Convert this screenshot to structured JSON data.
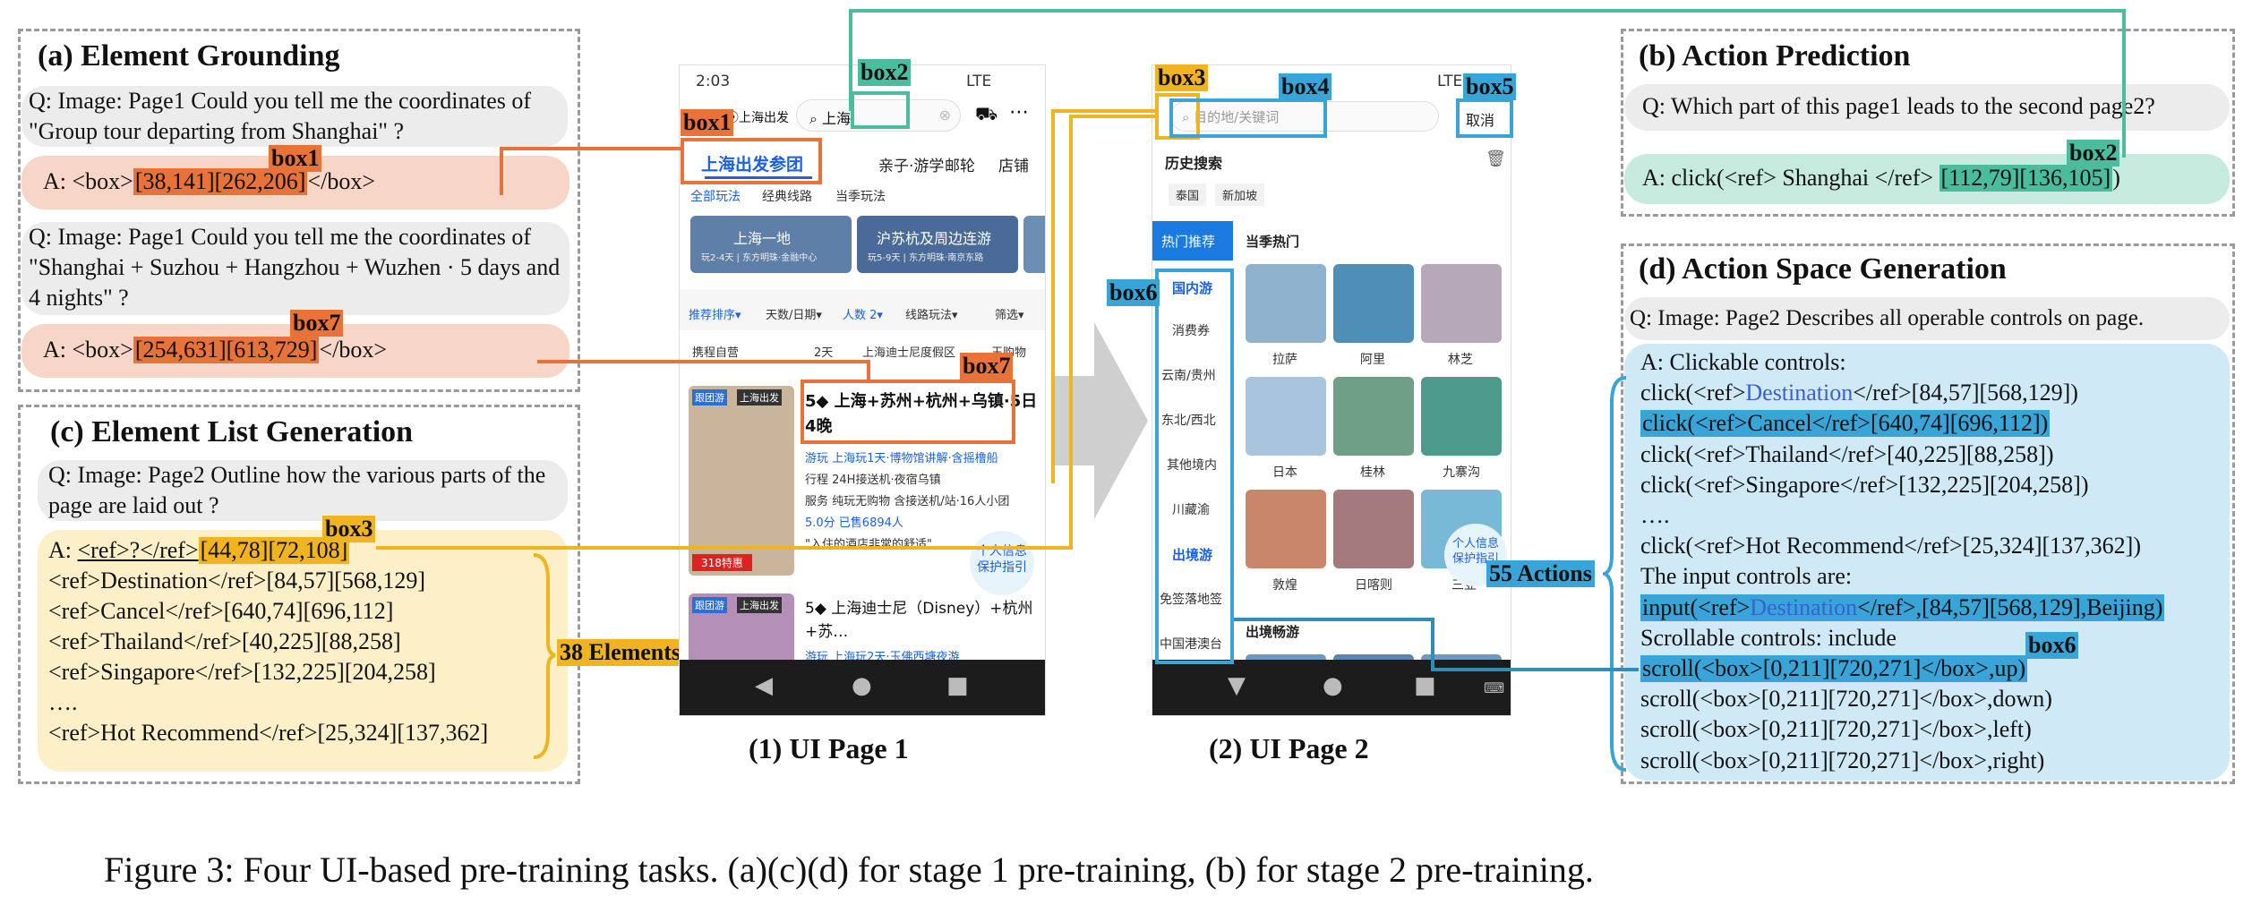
{
  "caption": "Figure 3: Four UI-based pre-training tasks. (a)(c)(d) for stage 1 pre-training, (b) for stage 2 pre-training.",
  "box_labels": {
    "box1": "box1",
    "box2": "box2",
    "box3": "box3",
    "box4": "box4",
    "box5": "box5",
    "box6": "box6",
    "box7": "box7"
  },
  "panel_a": {
    "title": "(a) Element Grounding",
    "q1": "Q: Image: Page1 Could you tell me the coordinates of \"Group tour departing from Shanghai\" ?",
    "a1_pre": "A: <box>",
    "a1_hl": "[38,141][262,206]",
    "a1_post": "</box>",
    "q2": "Q: Image: Page1 Could you tell me the coordinates of \"Shanghai + Suzhou + Hangzhou + Wuzhen · 5 days and 4 nights\" ?",
    "a2_pre": "A: <box>",
    "a2_hl": "[254,631][613,729]",
    "a2_post": "</box>"
  },
  "panel_c": {
    "title": "(c) Element List Generation",
    "q": "Q: Image: Page2 Outline how the various parts of the page are laid out ?",
    "a_pre": "A: ",
    "a_ref": "<ref>?</ref>",
    "a_hl": "[44,78][72,108]",
    "lines": [
      "<ref>Destination</ref>[84,57][568,129]",
      "<ref>Cancel</ref>[640,74][696,112]",
      "<ref>Thailand</ref>[40,225][88,258]",
      "<ref>Singapore</ref>[132,225][204,258]",
      "….",
      "<ref>Hot Recommend</ref>[25,324][137,362]"
    ],
    "count_label": "38 Elements"
  },
  "panel_b": {
    "title": "(b) Action Prediction",
    "q": "Q:  Which part of this page1 leads to the second page2?",
    "a_pre": "A: click(<ref> Shanghai </ref> ",
    "a_hl": "[112,79][136,105]",
    "a_post": ")"
  },
  "panel_d": {
    "title": "(d) Action Space Generation",
    "q": "Q: Image: Page2 Describes all operable controls on page.",
    "l1": "A: Clickable controls:",
    "l2_pre": "click(<ref>",
    "l2_link": "Destination",
    "l2_post": "</ref>[84,57][568,129])",
    "l3": "click(<ref>Cancel</ref>[640,74][696,112])",
    "l4": "click(<ref>Thailand</ref>[40,225][88,258])",
    "l5": "click(<ref>Singapore</ref>[132,225][204,258])",
    "l6": "….",
    "l7": "click(<ref>Hot Recommend</ref>[25,324][137,362])",
    "l8": "The input controls are:",
    "l9_pre": "input(<ref>",
    "l9_link": "Destination",
    "l9_post": "</ref>,[84,57][568,129],Beijing)",
    "l10": "Scrollable controls: include",
    "l11": "scroll(<box>[0,211][720,271]</box>,up)",
    "l12": "scroll(<box>[0,211][720,271]</box>,down)",
    "l13": "scroll(<box>[0,211][720,271]</box>,left)",
    "l14": "scroll(<box>[0,211][720,271]</box>,right)",
    "count_label": "55 Actions"
  },
  "page1": {
    "caption": "(1) UI Page 1",
    "time": "2:03",
    "signal": "LTE",
    "location": "上海出发",
    "search": "上海",
    "tabs": [
      "上海出发参团",
      "亲子·游学",
      "邮轮",
      "店铺"
    ],
    "subtabs": [
      "全部玩法",
      "经典线路",
      "当季玩法"
    ],
    "card1_title": "上海一地",
    "card1_sub": "玩2-4天 | 东方明珠·金融中心",
    "card2_title": "沪苏杭及周边连游",
    "card2_sub": "玩5-9天 | 东方明珠·南京东路",
    "filters": [
      "推荐排序▾",
      "天数/日期▾",
      "人数 2▾",
      "线路玩法▾",
      "筛选▾"
    ],
    "chips": [
      "携程自营",
      "2天",
      "上海迪士尼度假区",
      "王购物"
    ],
    "item1_tags": [
      "跟团游",
      "上海出发"
    ],
    "item1_title": "5◆ 上海+苏州+杭州+乌镇·5日4晚",
    "item1_l1": "游玩 上海玩1天·博物馆讲解·含摇橹船",
    "item1_l2": "行程 24H接送机·夜宿乌镇",
    "item1_l3": "服务 纯玩无购物 含接送机/站·16人小团",
    "item1_score": "5.0分 已售6894人",
    "item1_quote": "\"入住的酒店非常的舒适\"",
    "item1_badge": "318特惠",
    "item2_tags": [
      "跟团游",
      "上海出发"
    ],
    "item2_title": "5◆ 上海迪士尼（Disney）+杭州+苏…",
    "item2_l1": "游玩 上海玩2天·玉佛西塘夜游",
    "privacy": "个人信息保护指引"
  },
  "page2": {
    "caption": "(2) UI Page 2",
    "signal": "LTE",
    "search_placeholder": "目的地/关键词",
    "cancel": "取消",
    "history_title": "历史搜索",
    "history": [
      "泰国",
      "新加坡"
    ],
    "hot_tab": "热门推荐",
    "hot_title": "当季热门",
    "side": [
      "国内游",
      "消费券",
      "云南/贵州",
      "东北/西北",
      "其他境内",
      "川藏渝",
      "出境游",
      "免签落地签",
      "中国港澳台"
    ],
    "places": [
      "拉萨",
      "阿里",
      "林芝",
      "日本",
      "桂林",
      "九寨沟",
      "敦煌",
      "日喀则",
      "三亚"
    ],
    "outbound_title": "出境畅游",
    "privacy": "个人信息保护指引"
  }
}
